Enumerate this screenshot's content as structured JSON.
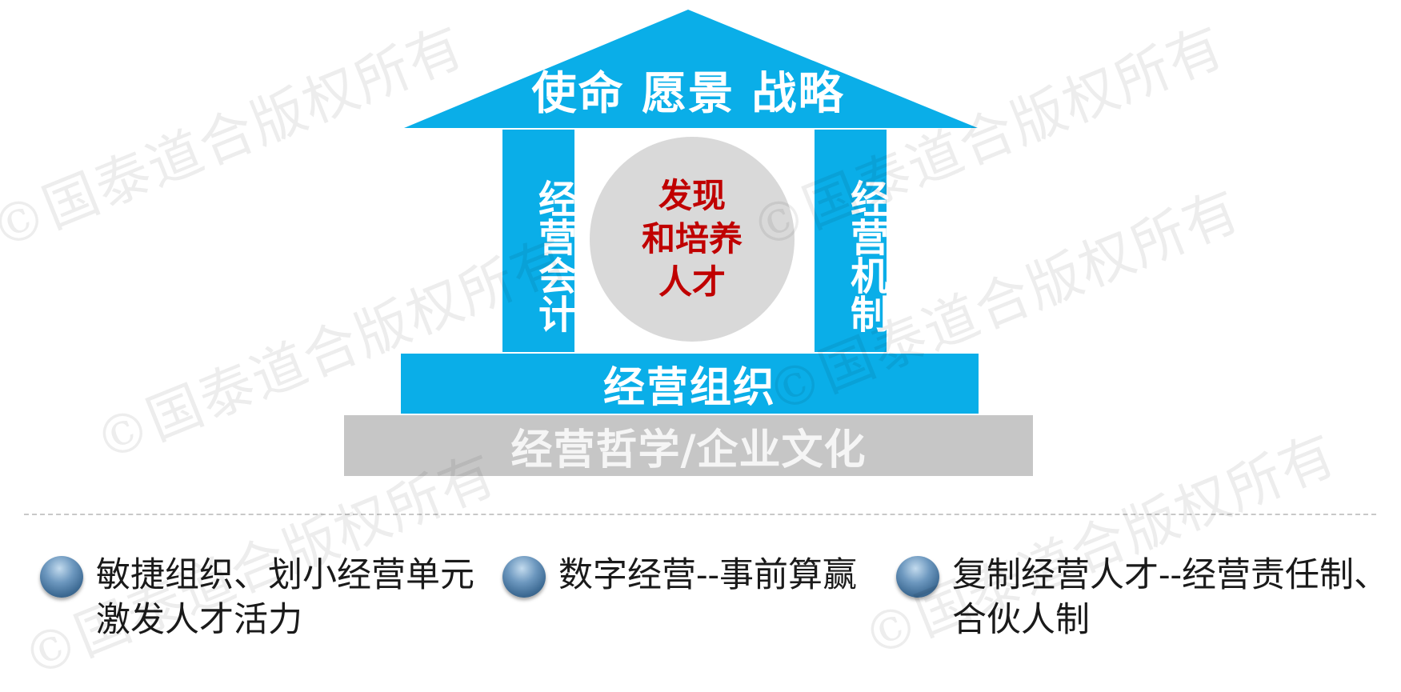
{
  "diagram": {
    "roof": {
      "label": "使命 愿景 战略"
    },
    "pillar_left": {
      "label": "经营会计"
    },
    "pillar_right": {
      "label": "经营机制"
    },
    "center": {
      "line1": "发现",
      "line2": "和培养",
      "line3": "人才"
    },
    "organization": {
      "label": "经营组织"
    },
    "foundation": {
      "label": "经营哲学/企业文化"
    }
  },
  "bullets": [
    {
      "line1": "敏捷组织、划小经营单元",
      "line2": "激发人才活力"
    },
    {
      "line1": "数字经营--事前算赢",
      "line2": ""
    },
    {
      "line1": "复制经营人才--经营责任制、",
      "line2": "合伙人制"
    }
  ],
  "watermark": {
    "text": "©国泰道合版权所有"
  },
  "colors": {
    "blue": "#0aaee8",
    "gray_base": "#c6c6c6",
    "circle_gray": "#d9d9d9",
    "center_text_red": "#c00000",
    "bullet_ball": "#4f7ea9"
  }
}
